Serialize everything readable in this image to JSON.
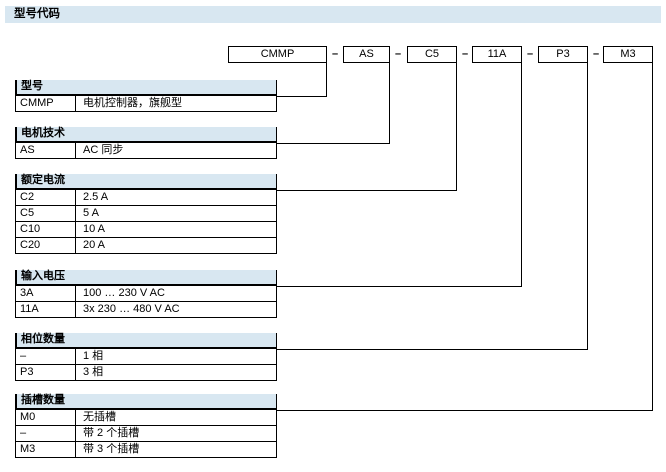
{
  "title": "型号代码",
  "code": {
    "separator": "–",
    "segments": [
      "CMMP",
      "AS",
      "C5",
      "11A",
      "P3",
      "M3"
    ]
  },
  "sections": [
    {
      "title": "型号",
      "rows": [
        {
          "code": "CMMP",
          "desc": "电机控制器，旗舰型"
        }
      ]
    },
    {
      "title": "电机技术",
      "rows": [
        {
          "code": "AS",
          "desc": "AC 同步"
        }
      ]
    },
    {
      "title": "额定电流",
      "rows": [
        {
          "code": "C2",
          "desc": "2.5 A"
        },
        {
          "code": "C5",
          "desc": "5 A"
        },
        {
          "code": "C10",
          "desc": "10 A"
        },
        {
          "code": "C20",
          "desc": "20 A"
        }
      ]
    },
    {
      "title": "输入电压",
      "rows": [
        {
          "code": "3A",
          "desc": "100 … 230 V AC"
        },
        {
          "code": "11A",
          "desc": "3x 230 … 480 V AC"
        }
      ]
    },
    {
      "title": "相位数量",
      "rows": [
        {
          "code": "–",
          "desc": "1 相"
        },
        {
          "code": "P3",
          "desc": "3 相"
        }
      ]
    },
    {
      "title": "插槽数量",
      "rows": [
        {
          "code": "M0",
          "desc": "无插槽"
        },
        {
          "code": "–",
          "desc": "带 2 个插槽"
        },
        {
          "code": "M3",
          "desc": "带 3 个插槽"
        }
      ]
    }
  ],
  "colors": {
    "header_fill": "#d8e7f1",
    "border": "#000000",
    "text": "#000000"
  }
}
